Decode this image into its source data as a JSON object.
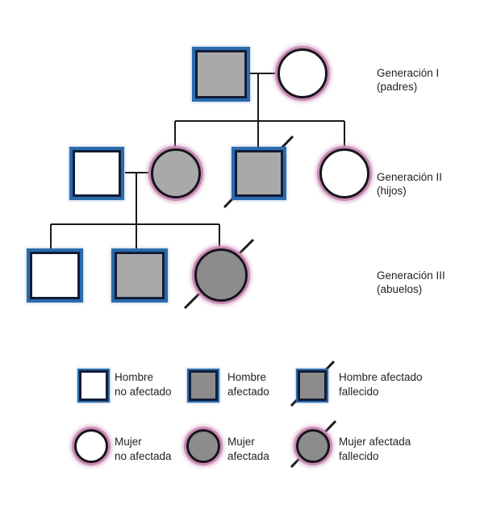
{
  "generations": [
    {
      "label_line1": "Generación I",
      "label_line2": "(padres)"
    },
    {
      "label_line1": "Generación II",
      "label_line2": "(hijos)"
    },
    {
      "label_line1": "Generación III",
      "label_line2": "(abuelos)"
    }
  ],
  "legend": {
    "items": [
      {
        "symbol": "unaffected-male-icon",
        "line1": "Hombre",
        "line2": "no afectado"
      },
      {
        "symbol": "affected-male-icon",
        "line1": "Hombre",
        "line2": "afectado"
      },
      {
        "symbol": "deceased-affected-male-icon",
        "line1": "Hombre afectado",
        "line2": "fallecido"
      },
      {
        "symbol": "unaffected-female-icon",
        "line1": "Mujer",
        "line2": "no afectada"
      },
      {
        "symbol": "affected-female-icon",
        "line1": "Mujer",
        "line2": "afectada"
      },
      {
        "symbol": "deceased-affected-female-icon",
        "line1": "Mujer afectada",
        "line2": "fallecido"
      }
    ]
  },
  "colors": {
    "male_border_blue": "#2a6bad",
    "male_border_navy": "#131c36",
    "female_ring_pink": "#c98bb5",
    "female_border_black": "#17141c",
    "affected_fill": "#a9a9a9",
    "affected_fill_dark": "#8c8c8c",
    "connector_black": "#1a1a1a",
    "text_color": "#231f20"
  }
}
